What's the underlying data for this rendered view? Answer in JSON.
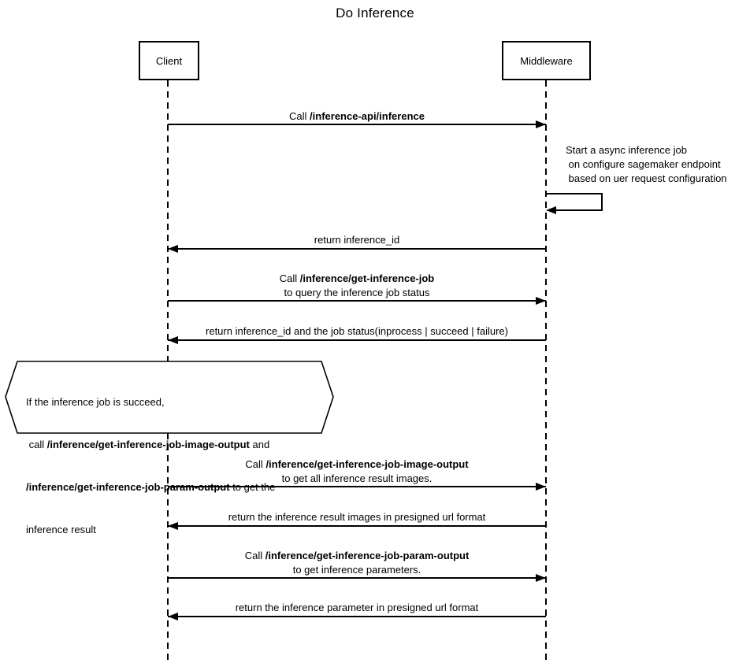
{
  "title": "Do Inference",
  "colors": {
    "line": "#000000",
    "background": "#ffffff"
  },
  "actors": {
    "client": "Client",
    "middleware": "Middleware"
  },
  "messages": {
    "call_inference": {
      "pre": "Call ",
      "bold": "/inference-api/inference"
    },
    "self_note": {
      "line1": "Start a async inference job",
      "line2": " on configure sagemaker endpoint",
      "line3": " based on uer request configuration"
    },
    "return_inference_id": {
      "text": "return inference_id"
    },
    "call_get_job": {
      "pre": "Call ",
      "bold": "/inference/get-inference-job",
      "line2": "to query the inference job status"
    },
    "return_job_status": {
      "text": "return inference_id and the job status(inprocess | succeed | failure)"
    },
    "condition_note": {
      "line1": "If the inference job is succeed,",
      "line2_pre": " call ",
      "line2_bold": "/inference/get-inference-job-image-output",
      "line2_post": " and",
      "line3_bold": "/inference/get-inference-job-param-output",
      "line3_post": " to get the",
      "line4": "inference result"
    },
    "call_image_output": {
      "pre": "Call ",
      "bold": "/inference/get-inference-job-image-output",
      "line2": "to get all inference result images."
    },
    "return_images": {
      "text": "return the inference result images in presigned url format"
    },
    "call_param_output": {
      "pre": "Call ",
      "bold": "/inference/get-inference-job-param-output",
      "line2": "to get inference parameters."
    },
    "return_params": {
      "text": "return the inference parameter in presigned url format"
    }
  }
}
